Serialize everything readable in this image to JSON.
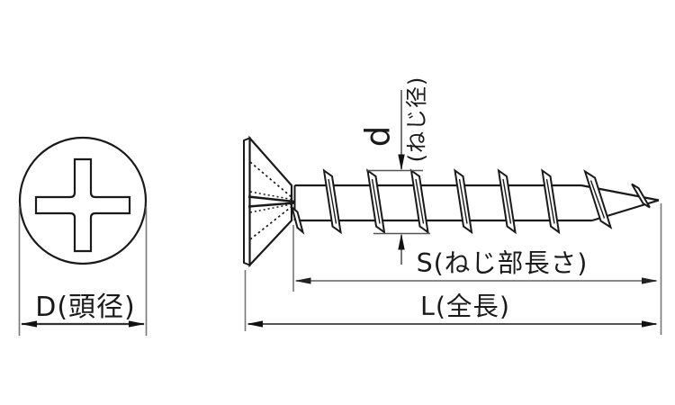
{
  "diagram": {
    "subject": "countersunk-phillips-screw-dimension-drawing",
    "labels": {
      "head_diameter": "D(頭径)",
      "thread_diameter_symbol": "d",
      "thread_diameter_note": "(ねじ径)",
      "thread_length": "S(ねじ部長さ)",
      "overall_length": "L(全長)"
    },
    "colors": {
      "background": "#ffffff",
      "outline": "#1a1a1a",
      "extension_line": "#777777",
      "dimension_line_s": "#888888",
      "dimension_line_l": "#555555",
      "dimension_line_d": "#333333",
      "arrowhead": "#111111"
    }
  }
}
